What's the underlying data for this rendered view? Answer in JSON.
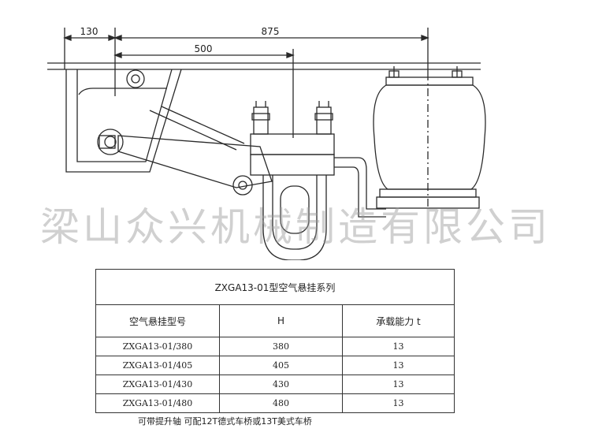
{
  "dimensions": {
    "d1": "130",
    "d2": "875",
    "d3": "500"
  },
  "watermark": "梁山众兴机械制造有限公司",
  "table": {
    "title": "ZXGA13-01型空气悬挂系列",
    "headers": [
      "空气悬挂型号",
      "H",
      "承载能力 t"
    ],
    "rows": [
      [
        "ZXGA13-01/380",
        "380",
        "13"
      ],
      [
        "ZXGA13-01/405",
        "405",
        "13"
      ],
      [
        "ZXGA13-01/430",
        "430",
        "13"
      ],
      [
        "ZXGA13-01/480",
        "480",
        "13"
      ]
    ]
  },
  "note": "可带提升轴    可配12T德式车桥或13T美式车桥"
}
